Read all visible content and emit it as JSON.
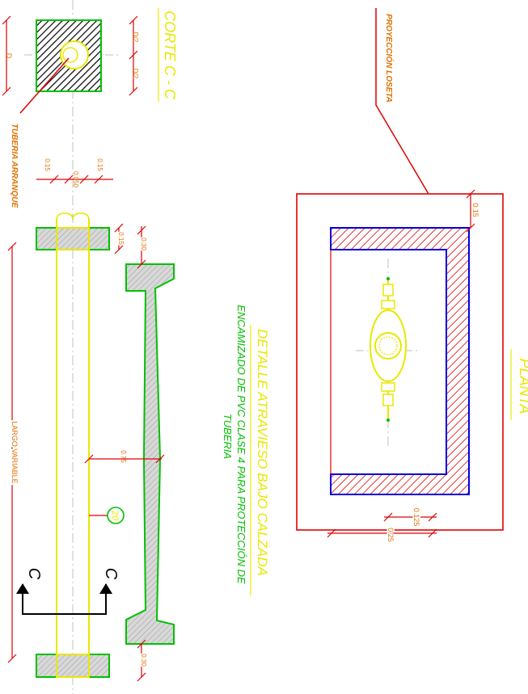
{
  "colors": {
    "red": "#e00000",
    "yellow": "#e8e800",
    "green": "#00c000",
    "blue": "#0000e0",
    "orange": "#e07000",
    "gray": "#a8a8a8",
    "black": "#000000"
  },
  "section": {
    "title": "CORTE C - C",
    "d_label": "D",
    "d2_top": "D/2",
    "d2_bottom": "D/2",
    "pipe_label": "TUBERIA  ARRANQUE",
    "dim_a": "0.15",
    "dim_b": "0.050",
    "dim_c": "0.15"
  },
  "plan": {
    "title": "PLANTA",
    "projection_label": "PROYECCIÓN  LOSETA",
    "dim_top": "0.15",
    "dim_inner": "0.125",
    "dim_outer": "0.25"
  },
  "detail": {
    "title": "DETALLE ATRAVIESO BAJO CALZADA",
    "subtitle_1": "ENCAMIZADO DE PVC CLASE 4 PARA PROTECCIÓN DE",
    "subtitle_2": "TUBERIA",
    "length_label": "LARGO VARIABLE",
    "dim_top_a": "0.30",
    "dim_top_b": "0.15",
    "dim_mid": "0.75",
    "dim_bottom": "0.30",
    "circle_ref": "20",
    "cut_left": "C",
    "cut_right": "C"
  }
}
